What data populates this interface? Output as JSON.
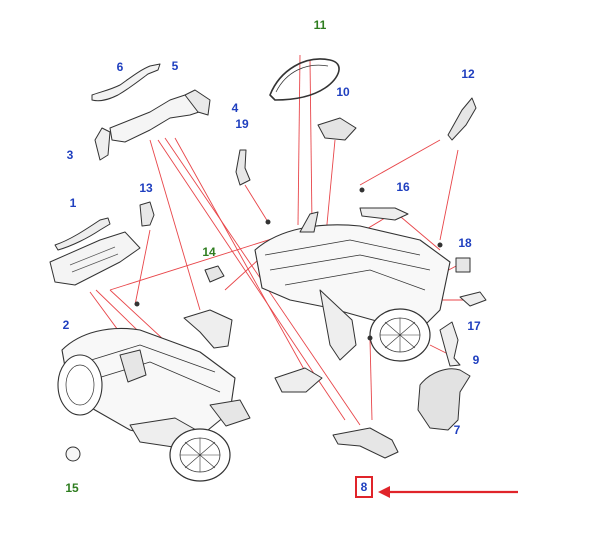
{
  "diagram": {
    "callouts": [
      {
        "id": "1",
        "label": "1",
        "color": "blue"
      },
      {
        "id": "2",
        "label": "2",
        "color": "blue"
      },
      {
        "id": "3",
        "label": "3",
        "color": "blue"
      },
      {
        "id": "4",
        "label": "4",
        "color": "blue"
      },
      {
        "id": "5",
        "label": "5",
        "color": "blue"
      },
      {
        "id": "6",
        "label": "6",
        "color": "blue"
      },
      {
        "id": "7",
        "label": "7",
        "color": "blue"
      },
      {
        "id": "9",
        "label": "9",
        "color": "blue"
      },
      {
        "id": "10",
        "label": "10",
        "color": "blue"
      },
      {
        "id": "11",
        "label": "11",
        "color": "green"
      },
      {
        "id": "12",
        "label": "12",
        "color": "blue"
      },
      {
        "id": "13",
        "label": "13",
        "color": "blue"
      },
      {
        "id": "14",
        "label": "14",
        "color": "green"
      },
      {
        "id": "15",
        "label": "15",
        "color": "green"
      },
      {
        "id": "16",
        "label": "16",
        "color": "blue"
      },
      {
        "id": "17",
        "label": "17",
        "color": "blue"
      },
      {
        "id": "18",
        "label": "18",
        "color": "blue"
      },
      {
        "id": "19",
        "label": "19",
        "color": "blue"
      }
    ],
    "selected": {
      "label": "8",
      "color": "blue"
    },
    "colors": {
      "callout_blue": "#1f3fbf",
      "callout_green": "#2e7d1f",
      "leader_line": "#e8464a",
      "highlight": "#e0242a",
      "part_stroke": "#333333"
    }
  }
}
